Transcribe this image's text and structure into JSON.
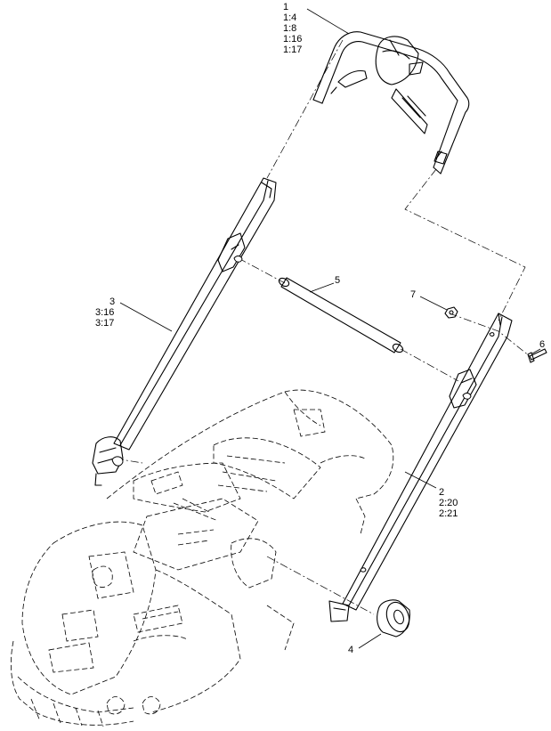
{
  "callouts": {
    "c1": [
      "1",
      "1:4",
      "1:8",
      "1:16",
      "1:17"
    ],
    "c2": [
      "2",
      "2:20",
      "2:21"
    ],
    "c3": [
      "3",
      "3:16",
      "3:17"
    ],
    "c4": [
      "4"
    ],
    "c5": [
      "5"
    ],
    "c6": [
      "6"
    ],
    "c7": [
      "7"
    ]
  }
}
